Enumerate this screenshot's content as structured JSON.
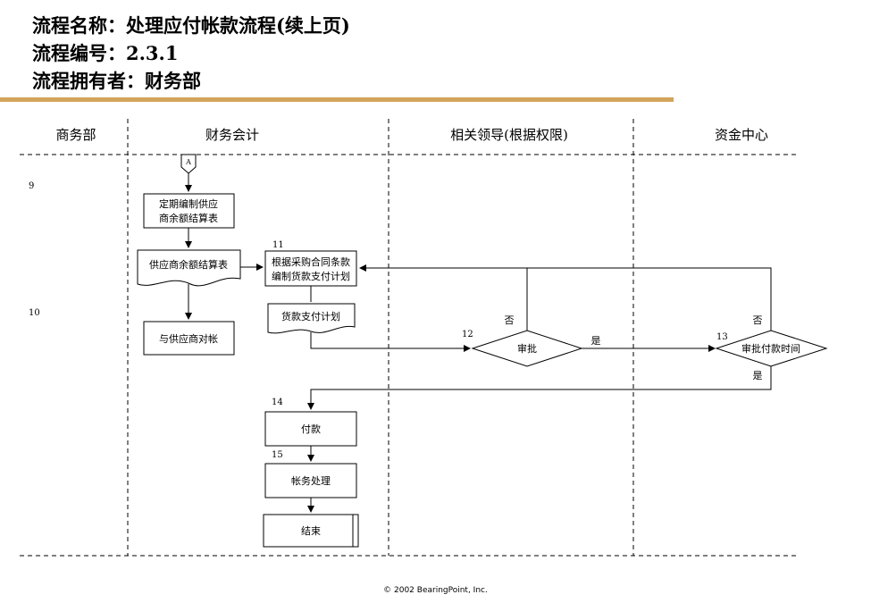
{
  "header": {
    "line1": "流程名称：处理应付帐款流程(续上页)",
    "line2": "流程编号：2.3.1",
    "line3": "流程拥有者：财务部"
  },
  "lanes": [
    "商务部",
    "财务会计",
    "相关领导(根据权限)",
    "资金中心"
  ],
  "rows": [
    "9",
    "10"
  ],
  "nodes": {
    "connector": "A",
    "make_statement_1": "定期编制供应",
    "make_statement_2": "商余额结算表",
    "statement_doc": "供应商余额结算表",
    "reconcile": "与供应商对帐",
    "plan_1": "根据采购合同条款",
    "plan_2": "编制货款支付计划",
    "plan_doc": "货款支付计划",
    "approve": "审批",
    "approve_time": "审批付款时间",
    "pay": "付款",
    "accounting": "帐务处理",
    "end": "结束"
  },
  "step_numbers": {
    "s11": "11",
    "s12": "12",
    "s13": "13",
    "s14": "14",
    "s15": "15"
  },
  "edge_labels": {
    "no1": "否",
    "yes1": "是",
    "no2": "否",
    "yes2": "是"
  },
  "footer": "© 2002 BearingPoint, Inc.",
  "colors": {
    "rule": "#d4a45a",
    "line": "#000000"
  }
}
